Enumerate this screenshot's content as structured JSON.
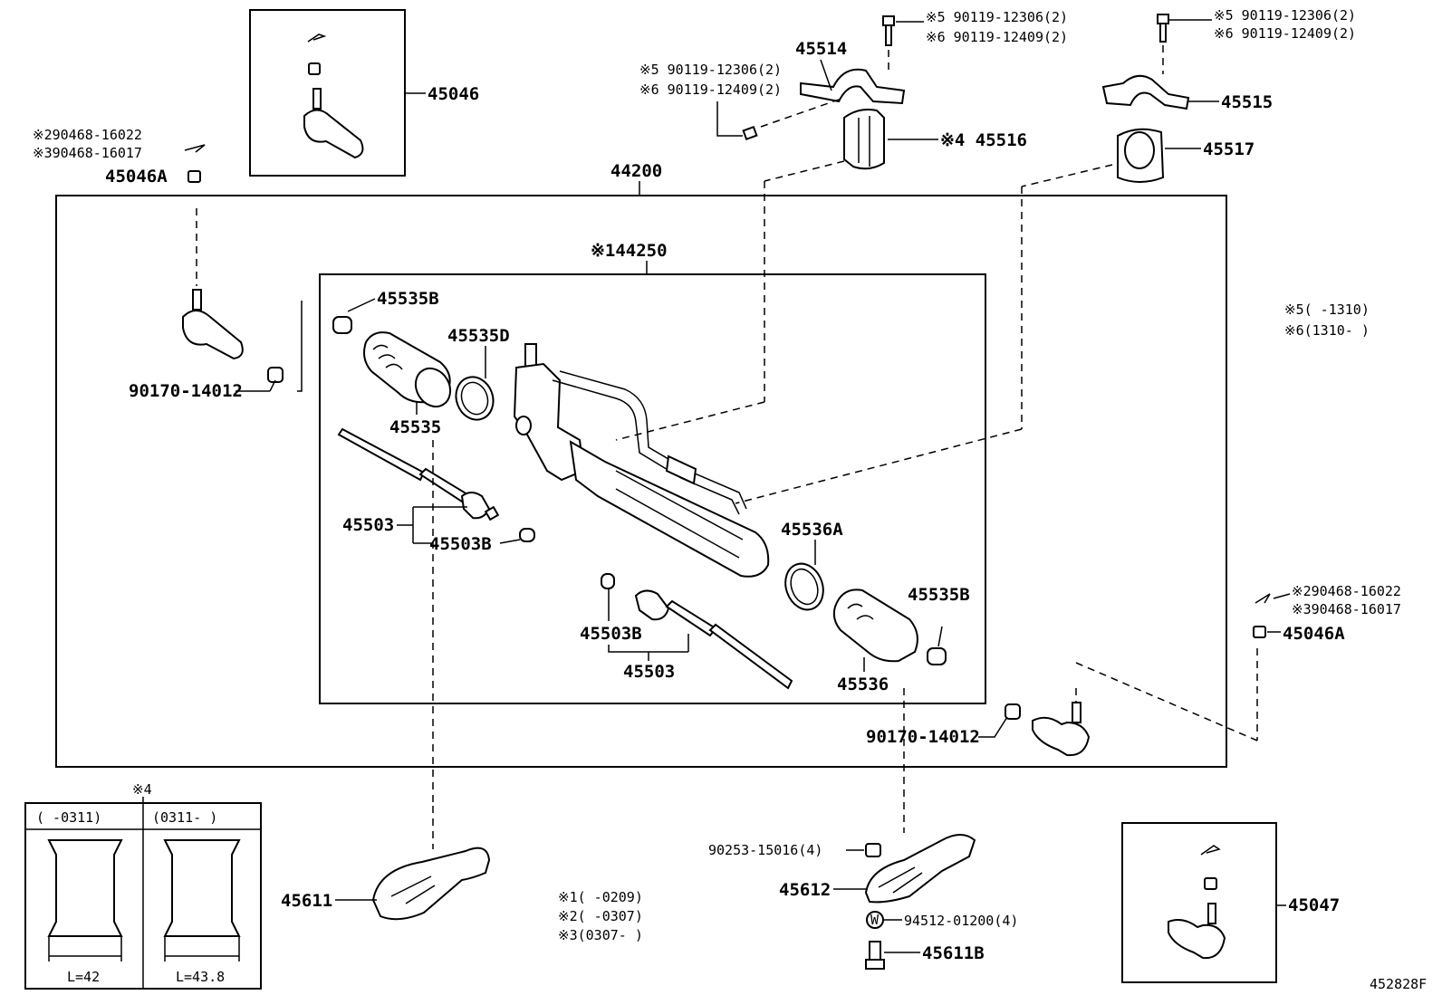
{
  "diagram_id": "452828F",
  "labels": {
    "p45046": "45046",
    "p45047": "45047",
    "p44200": "44200",
    "p144250": "※144250",
    "p45514": "45514",
    "p45515": "45515",
    "p45516": "※4 45516",
    "p45517": "45517",
    "p45535B_top": "45535B",
    "p45535D": "45535D",
    "p45535": "45535",
    "p45503_left": "45503",
    "p45503B_left": "45503B",
    "p45536A": "45536A",
    "p45535B_right": "45535B",
    "p45503B_right": "45503B",
    "p45503_right": "45503",
    "p45536": "45536",
    "p45046A_left": "45046A",
    "p45046A_right": "45046A",
    "p90170_left": "90170-14012",
    "p90170_right": "90170-14012",
    "p45611": "45611",
    "p45612": "45612",
    "p90253": "90253-15016(4)",
    "p94512": "94512-01200(4)",
    "p45611B": "45611B",
    "note4": "※4"
  },
  "notes": {
    "left_clip_1": "※290468-16022",
    "left_clip_2": "※390468-16017",
    "right_clip_1": "※290468-16022",
    "right_clip_2": "※390468-16017",
    "bolt_a_1": "※5  90119-12306(2)",
    "bolt_a_2": "※6  90119-12409(2)",
    "bolt_b_1": "※5 90119-12306(2)",
    "bolt_b_2": "※6 90119-12409(2)",
    "bolt_c_1": "※5 90119-12306(2)",
    "bolt_c_2": "※6 90119-12409(2)",
    "range5": "※5(    -1310)",
    "range6": "※6(1310-    )",
    "range1": "※1(      -0209)",
    "range2": "※2(      -0307)",
    "range3": "※3(0307-      )"
  },
  "bushing_table": {
    "col1_header": "(     -0311)",
    "col2_header": "(0311-     )",
    "col1_length": "L=42",
    "col2_length": "L=43.8"
  }
}
